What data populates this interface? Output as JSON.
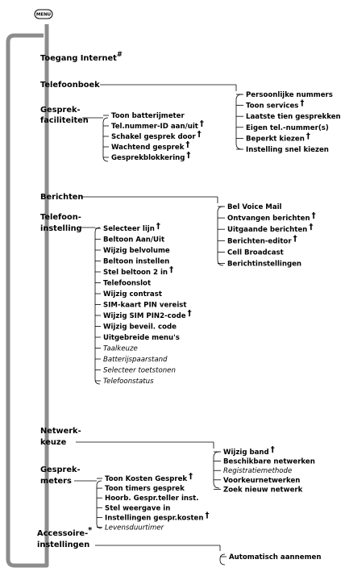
{
  "menu_label": "MENU",
  "dagger": "†",
  "footnote_hash": "#",
  "footnote_star": "*",
  "top_items": [
    {
      "label": "Toegang Internet",
      "mark": "#"
    },
    {
      "label": "Telefoonboek"
    },
    {
      "label": "Gesprek-",
      "label2": "faciliteiten"
    },
    {
      "label": "Berichten"
    },
    {
      "label": "Telefoon-",
      "label2": "instelling"
    },
    {
      "label": "Netwerk-",
      "label2": "keuze"
    },
    {
      "label": "Gesprek-",
      "label2": "meters"
    },
    {
      "label": "Accessoire-",
      "label2": "instellingen",
      "mark": "*"
    }
  ],
  "telefoonboek_items": [
    {
      "label": "Persoonlijke nummers"
    },
    {
      "label": "Toon services",
      "dagger": true
    },
    {
      "label": "Laatste tien gesprekken"
    },
    {
      "label": "Eigen tel.-nummer(s)"
    },
    {
      "label": "Beperkt kiezen",
      "dagger": true
    },
    {
      "label": "Instelling snel kiezen"
    }
  ],
  "gesprekfaciliteiten_items": [
    {
      "label": "Toon batterijmeter"
    },
    {
      "label": "Tel.nummer-ID aan/uit",
      "dagger": true
    },
    {
      "label": "Schakel gesprek door",
      "dagger": true
    },
    {
      "label": "Wachtend gesprek",
      "dagger": true
    },
    {
      "label": "Gesprekblokkering",
      "dagger": true
    }
  ],
  "berichten_items": [
    {
      "label": "Bel Voice Mail"
    },
    {
      "label": "Ontvangen berichten",
      "dagger": true
    },
    {
      "label": "Uitgaande berichten",
      "dagger": true
    },
    {
      "label": "Berichten-editor",
      "dagger": true
    },
    {
      "label": "Cell Broadcast"
    },
    {
      "label": "Berichtinstellingen"
    }
  ],
  "telefooninstelling_items": [
    {
      "label": "Selecteer lijn",
      "dagger": true
    },
    {
      "label": "Beltoon Aan/Uit"
    },
    {
      "label": "Wijzig belvolume"
    },
    {
      "label": "Beltoon instellen"
    },
    {
      "label": "Stel beltoon 2 in",
      "dagger": true
    },
    {
      "label": "Telefoonslot"
    },
    {
      "label": "Wijzig contrast"
    },
    {
      "label": "SIM-kaart PIN vereist"
    },
    {
      "label": "Wijzig SIM PIN2-code",
      "dagger": true
    },
    {
      "label": "Wijzig beveil. code"
    },
    {
      "label": "Uitgebreide menu's"
    },
    {
      "label": "Taalkeuze",
      "italic": true
    },
    {
      "label": "Batterijspaarstand",
      "italic": true
    },
    {
      "label": "Selecteer toetstonen",
      "italic": true
    },
    {
      "label": "Telefoonstatus",
      "italic": true
    }
  ],
  "netwerkkeuze_items": [
    {
      "label": "Wijzig band",
      "dagger": true
    },
    {
      "label": "Beschikbare netwerken"
    },
    {
      "label": "Registratiemethode",
      "italic": true
    },
    {
      "label": "Voorkeurnetwerken"
    },
    {
      "label": "Zoek nieuw netwerk"
    }
  ],
  "gesprekmeters_items": [
    {
      "label": "Toon Kosten Gesprek",
      "dagger": true
    },
    {
      "label": "Toon timers gesprek"
    },
    {
      "label": "Hoorb. Gespr.teller inst."
    },
    {
      "label": "Stel weergave in"
    },
    {
      "label": "Instellingen gespr.kosten",
      "dagger": true
    },
    {
      "label": "Levensduurtimer",
      "italic": true
    }
  ],
  "accessoire_items": [
    {
      "label": "Automatisch aannemen"
    }
  ]
}
